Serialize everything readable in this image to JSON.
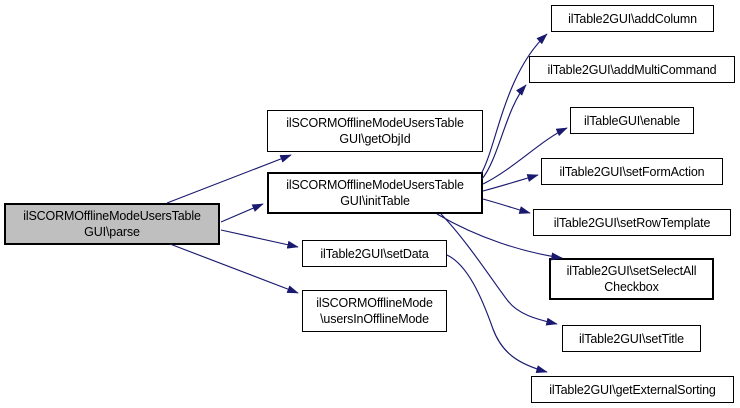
{
  "diagram": {
    "type": "call-graph",
    "background_color": "#ffffff",
    "edge_color": "#191970",
    "node_fill_color": "#ffffff",
    "focus_node_fill_color": "#bfbfbf",
    "node_border_color": "#000000",
    "text_color": "#000000"
  },
  "nodes": [
    {
      "id": "parse",
      "label": "ilSCORMOfflineModeUsersTable\nGUI\\parse",
      "focus": true
    },
    {
      "id": "getObjId",
      "label": "ilSCORMOfflineModeUsersTable\nGUI\\getObjId"
    },
    {
      "id": "initTable",
      "label": "ilSCORMOfflineModeUsersTable\nGUI\\initTable"
    },
    {
      "id": "setData",
      "label": "ilTable2GUI\\setData"
    },
    {
      "id": "usersInOfflineMode",
      "label": "ilSCORMOfflineMode\n\\usersInOfflineMode"
    },
    {
      "id": "addColumn",
      "label": "ilTable2GUI\\addColumn"
    },
    {
      "id": "addMultiCommand",
      "label": "ilTable2GUI\\addMultiCommand"
    },
    {
      "id": "enable",
      "label": "ilTableGUI\\enable"
    },
    {
      "id": "setFormAction",
      "label": "ilTable2GUI\\setFormAction"
    },
    {
      "id": "setRowTemplate",
      "label": "ilTable2GUI\\setRowTemplate"
    },
    {
      "id": "setSelectAllCheckbox",
      "label": "ilTable2GUI\\setSelectAll\nCheckbox"
    },
    {
      "id": "setTitle",
      "label": "ilTable2GUI\\setTitle"
    },
    {
      "id": "getExternalSorting",
      "label": "ilTable2GUI\\getExternalSorting"
    }
  ],
  "edges": [
    {
      "from": "parse",
      "to": "getObjId"
    },
    {
      "from": "parse",
      "to": "initTable"
    },
    {
      "from": "parse",
      "to": "setData"
    },
    {
      "from": "parse",
      "to": "usersInOfflineMode"
    },
    {
      "from": "initTable",
      "to": "addColumn"
    },
    {
      "from": "initTable",
      "to": "addMultiCommand"
    },
    {
      "from": "initTable",
      "to": "enable"
    },
    {
      "from": "initTable",
      "to": "setFormAction"
    },
    {
      "from": "initTable",
      "to": "setRowTemplate"
    },
    {
      "from": "initTable",
      "to": "setSelectAllCheckbox"
    },
    {
      "from": "initTable",
      "to": "setTitle"
    },
    {
      "from": "setData",
      "to": "getExternalSorting"
    }
  ]
}
